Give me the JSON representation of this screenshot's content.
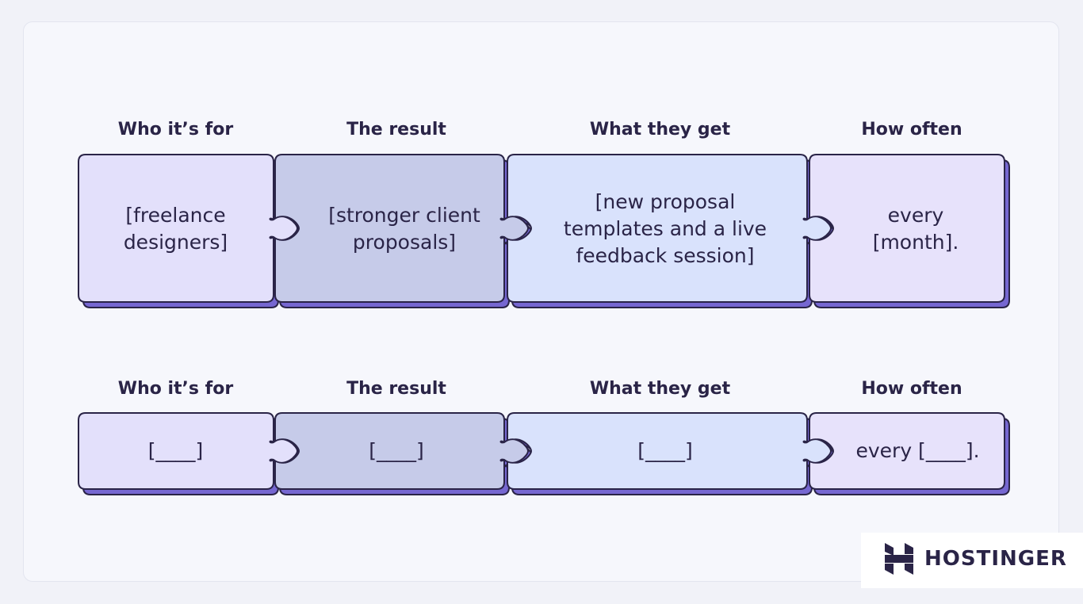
{
  "row1": {
    "headers": [
      "Who it’s for",
      "The result",
      "What they get",
      "How often"
    ],
    "pieces": [
      [
        "[freelance",
        "designers]"
      ],
      [
        "[stronger client",
        "proposals]"
      ],
      [
        "[new proposal",
        "templates and a live",
        "feedback session]"
      ],
      [
        "every",
        "[month]."
      ]
    ]
  },
  "row2": {
    "headers": [
      "Who it’s for",
      "The result",
      "What they get",
      "How often"
    ],
    "pieces": [
      "[____]",
      "[____]",
      "[____]",
      "every [____]."
    ]
  },
  "colors": {
    "piece_1": "#e3e0fb",
    "piece_2": "#c6cbe9",
    "piece_3": "#d9e2fc",
    "piece_4": "#e7e2fb",
    "outline": "#2a2447",
    "shadow": "#7667d1"
  },
  "logo": {
    "icon": "hostinger-logo-icon",
    "text": "HOSTINGER"
  }
}
